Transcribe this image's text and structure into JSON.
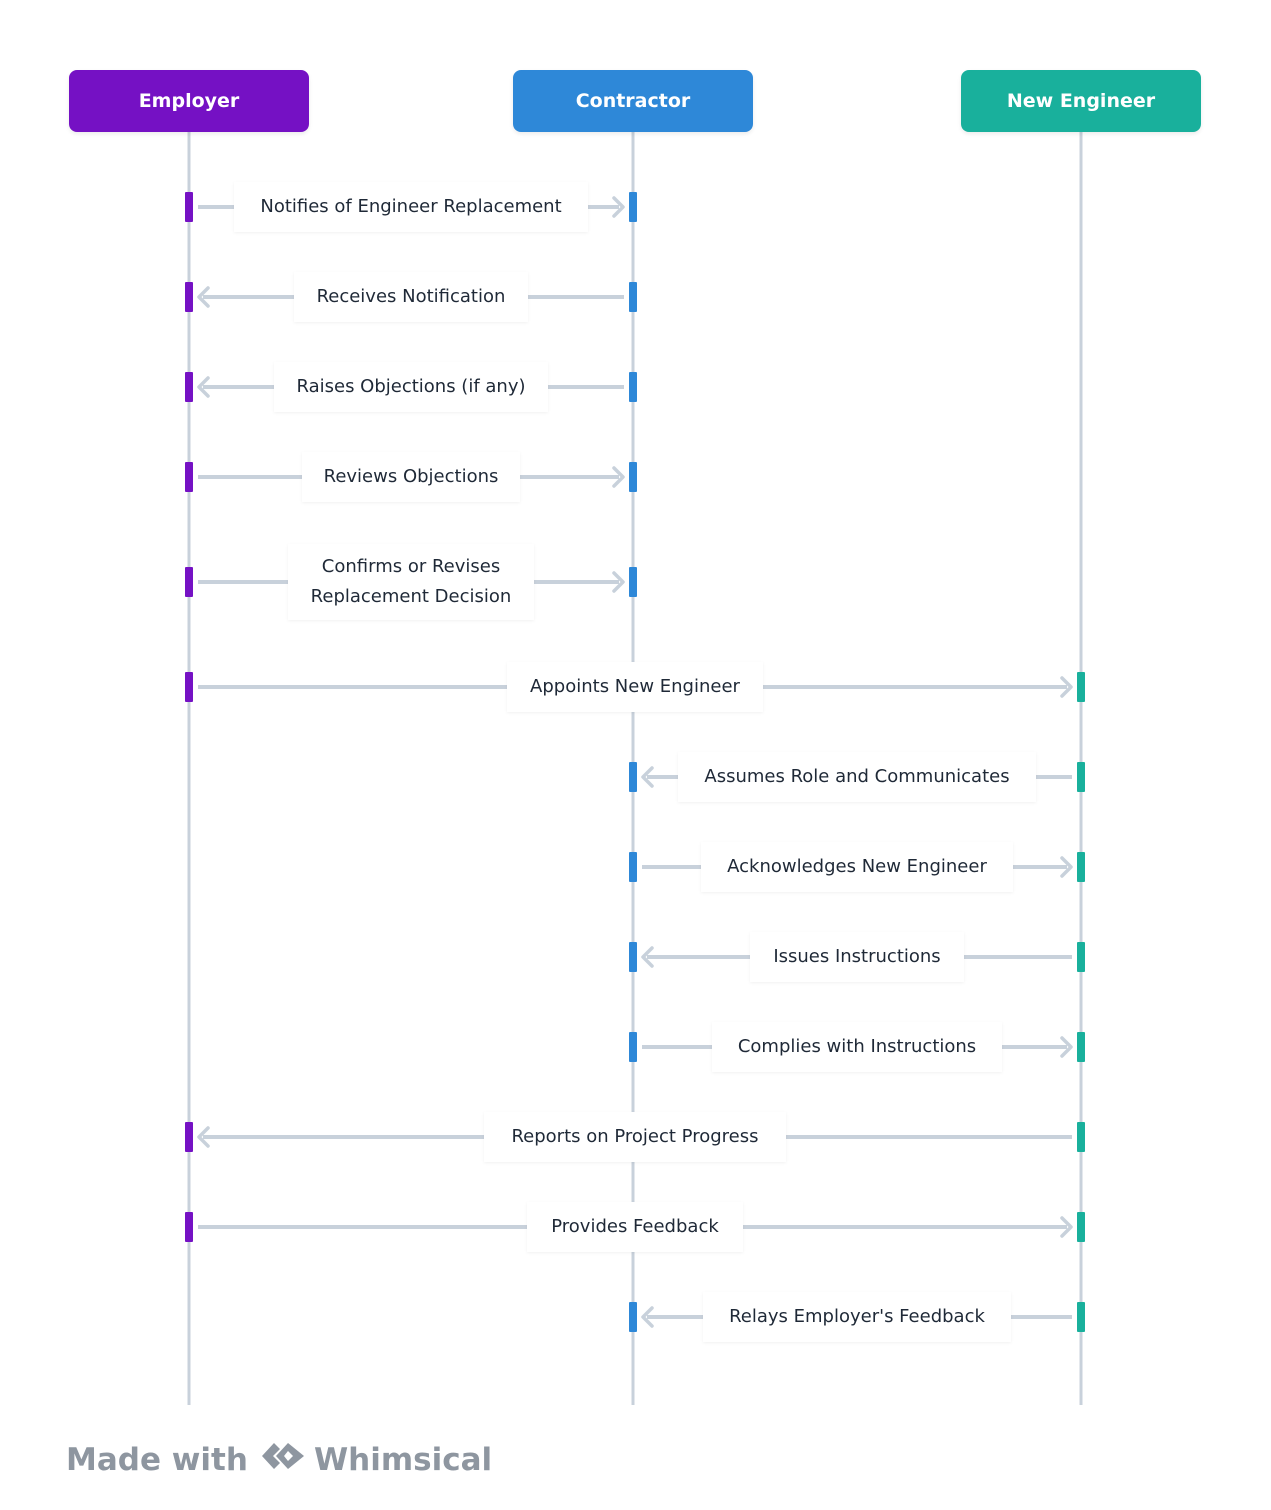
{
  "participants": [
    {
      "id": "employer",
      "label": "Employer",
      "color": "#7511c4"
    },
    {
      "id": "contractor",
      "label": "Contractor",
      "color": "#2e88d8"
    },
    {
      "id": "engineer",
      "label": "New Engineer",
      "color": "#19b09c"
    }
  ],
  "lifeline_color": "#c8d1db",
  "arrow_color": "#c8d1db",
  "messages": [
    {
      "from": "employer",
      "to": "contractor",
      "label": "Notifies of Engineer Replacement"
    },
    {
      "from": "contractor",
      "to": "employer",
      "label": "Receives Notification"
    },
    {
      "from": "contractor",
      "to": "employer",
      "label": "Raises Objections (if any)"
    },
    {
      "from": "employer",
      "to": "contractor",
      "label": "Reviews Objections"
    },
    {
      "from": "employer",
      "to": "contractor",
      "label": "Confirms or Revises\nReplacement Decision"
    },
    {
      "from": "employer",
      "to": "engineer",
      "label": "Appoints New Engineer"
    },
    {
      "from": "engineer",
      "to": "contractor",
      "label": "Assumes Role and Communicates"
    },
    {
      "from": "contractor",
      "to": "engineer",
      "label": "Acknowledges New Engineer"
    },
    {
      "from": "engineer",
      "to": "contractor",
      "label": "Issues Instructions"
    },
    {
      "from": "contractor",
      "to": "engineer",
      "label": "Complies with Instructions"
    },
    {
      "from": "engineer",
      "to": "employer",
      "label": "Reports on Project Progress"
    },
    {
      "from": "employer",
      "to": "engineer",
      "label": "Provides Feedback"
    },
    {
      "from": "engineer",
      "to": "contractor",
      "label": "Relays Employer's Feedback"
    }
  ],
  "footer": {
    "made_with": "Made with",
    "brand": "Whimsical",
    "logo_icon": "whimsical-logo-icon",
    "color": "#8e96a0"
  }
}
